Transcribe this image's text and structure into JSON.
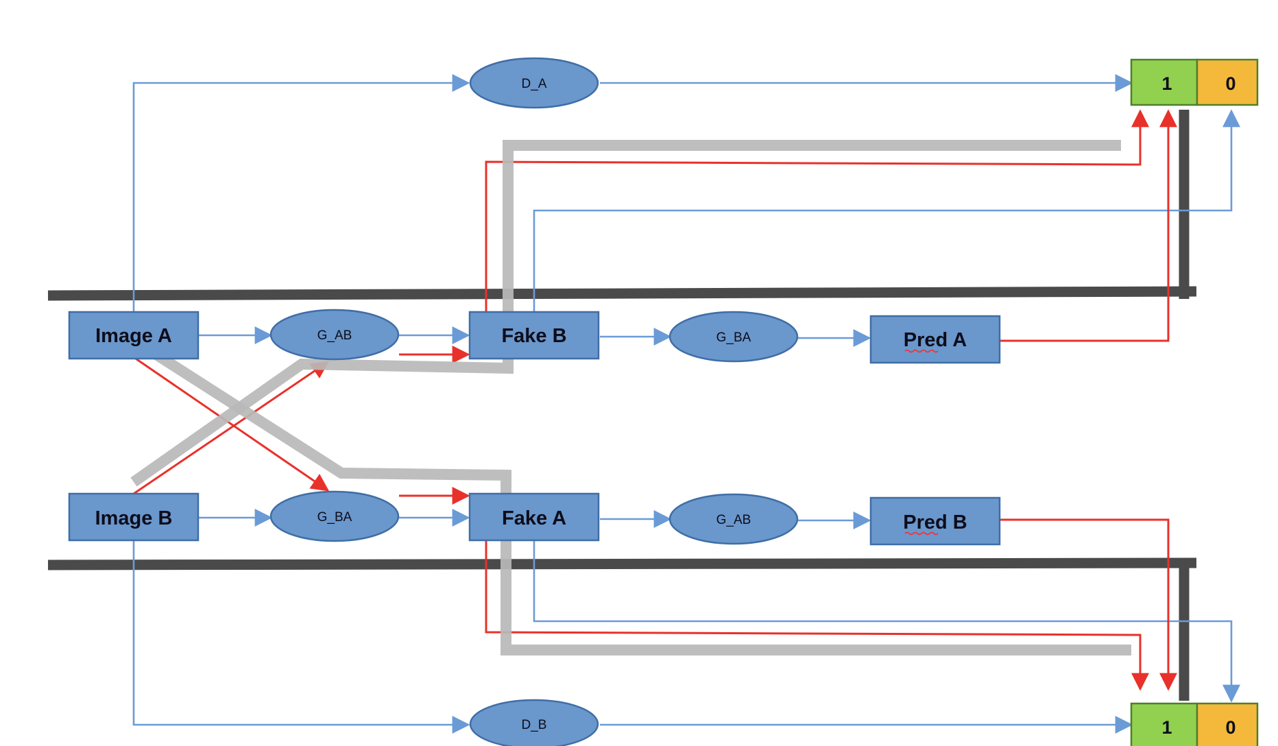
{
  "nodes": {
    "image_a": "Image A",
    "image_b": "Image B",
    "g_ab_top": "G_AB",
    "g_ba_bottom": "G_BA",
    "fake_b": "Fake B",
    "fake_a": "Fake A",
    "g_ba_top": "G_BA",
    "g_ab_bottom": "G_AB",
    "pred_a": "Pred A",
    "pred_b": "Pred B",
    "d_a": "D_A",
    "d_b": "D_B"
  },
  "outputs": {
    "top": {
      "real": "1",
      "fake": "0"
    },
    "bottom": {
      "real": "1",
      "fake": "0"
    }
  },
  "colors": {
    "node_fill": "#6a97cc",
    "node_border": "#3f6ea6",
    "blue_flow": "#6a9bd6",
    "red_flow": "#e8312a",
    "gray_band": "#b9b9b9",
    "dark_band": "#4a4a4a",
    "real_cell": "#92d050",
    "fake_cell": "#f4b93a"
  }
}
